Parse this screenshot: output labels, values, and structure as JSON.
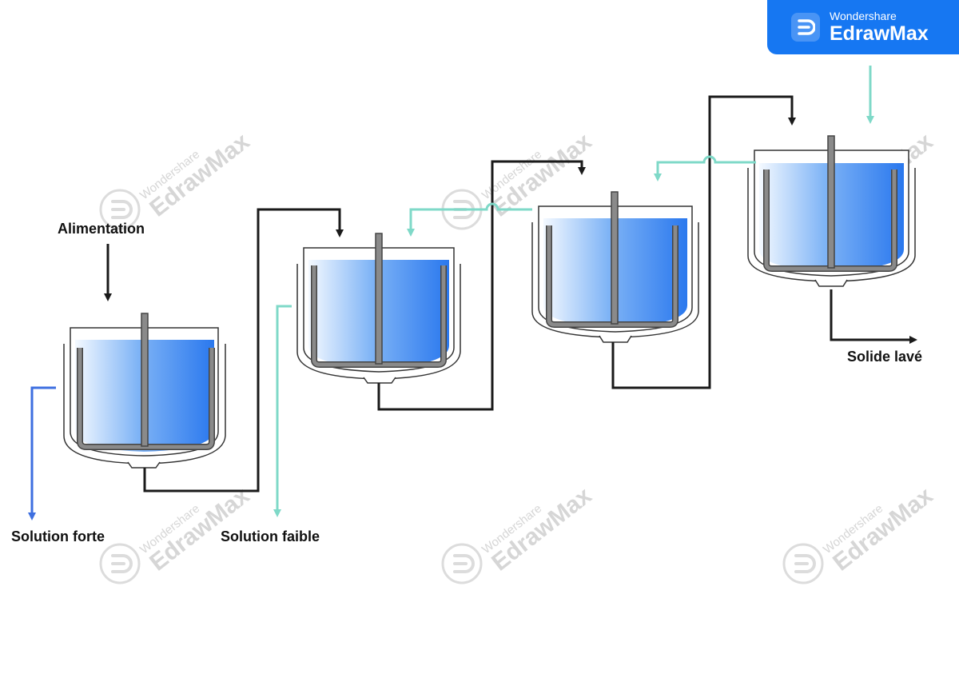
{
  "labels": {
    "feed": "Alimentation",
    "strong_solution": "Solution forte",
    "weak_solution": "Solution faible",
    "washed_solid": "Solide lavé"
  },
  "watermark": {
    "brand_small": "Wondershare",
    "brand_large": "EdrawMax",
    "icon": "edrawmax-logo-icon"
  },
  "colors": {
    "solid_flow": "#1a1a1a",
    "weak_solution_flow": "#7fd9c8",
    "strong_solution_flow": "#3e6fe0",
    "liquid_light": "#e8f2ff",
    "liquid_dark": "#2f7ff0",
    "brand_blue": "#1677f2"
  }
}
